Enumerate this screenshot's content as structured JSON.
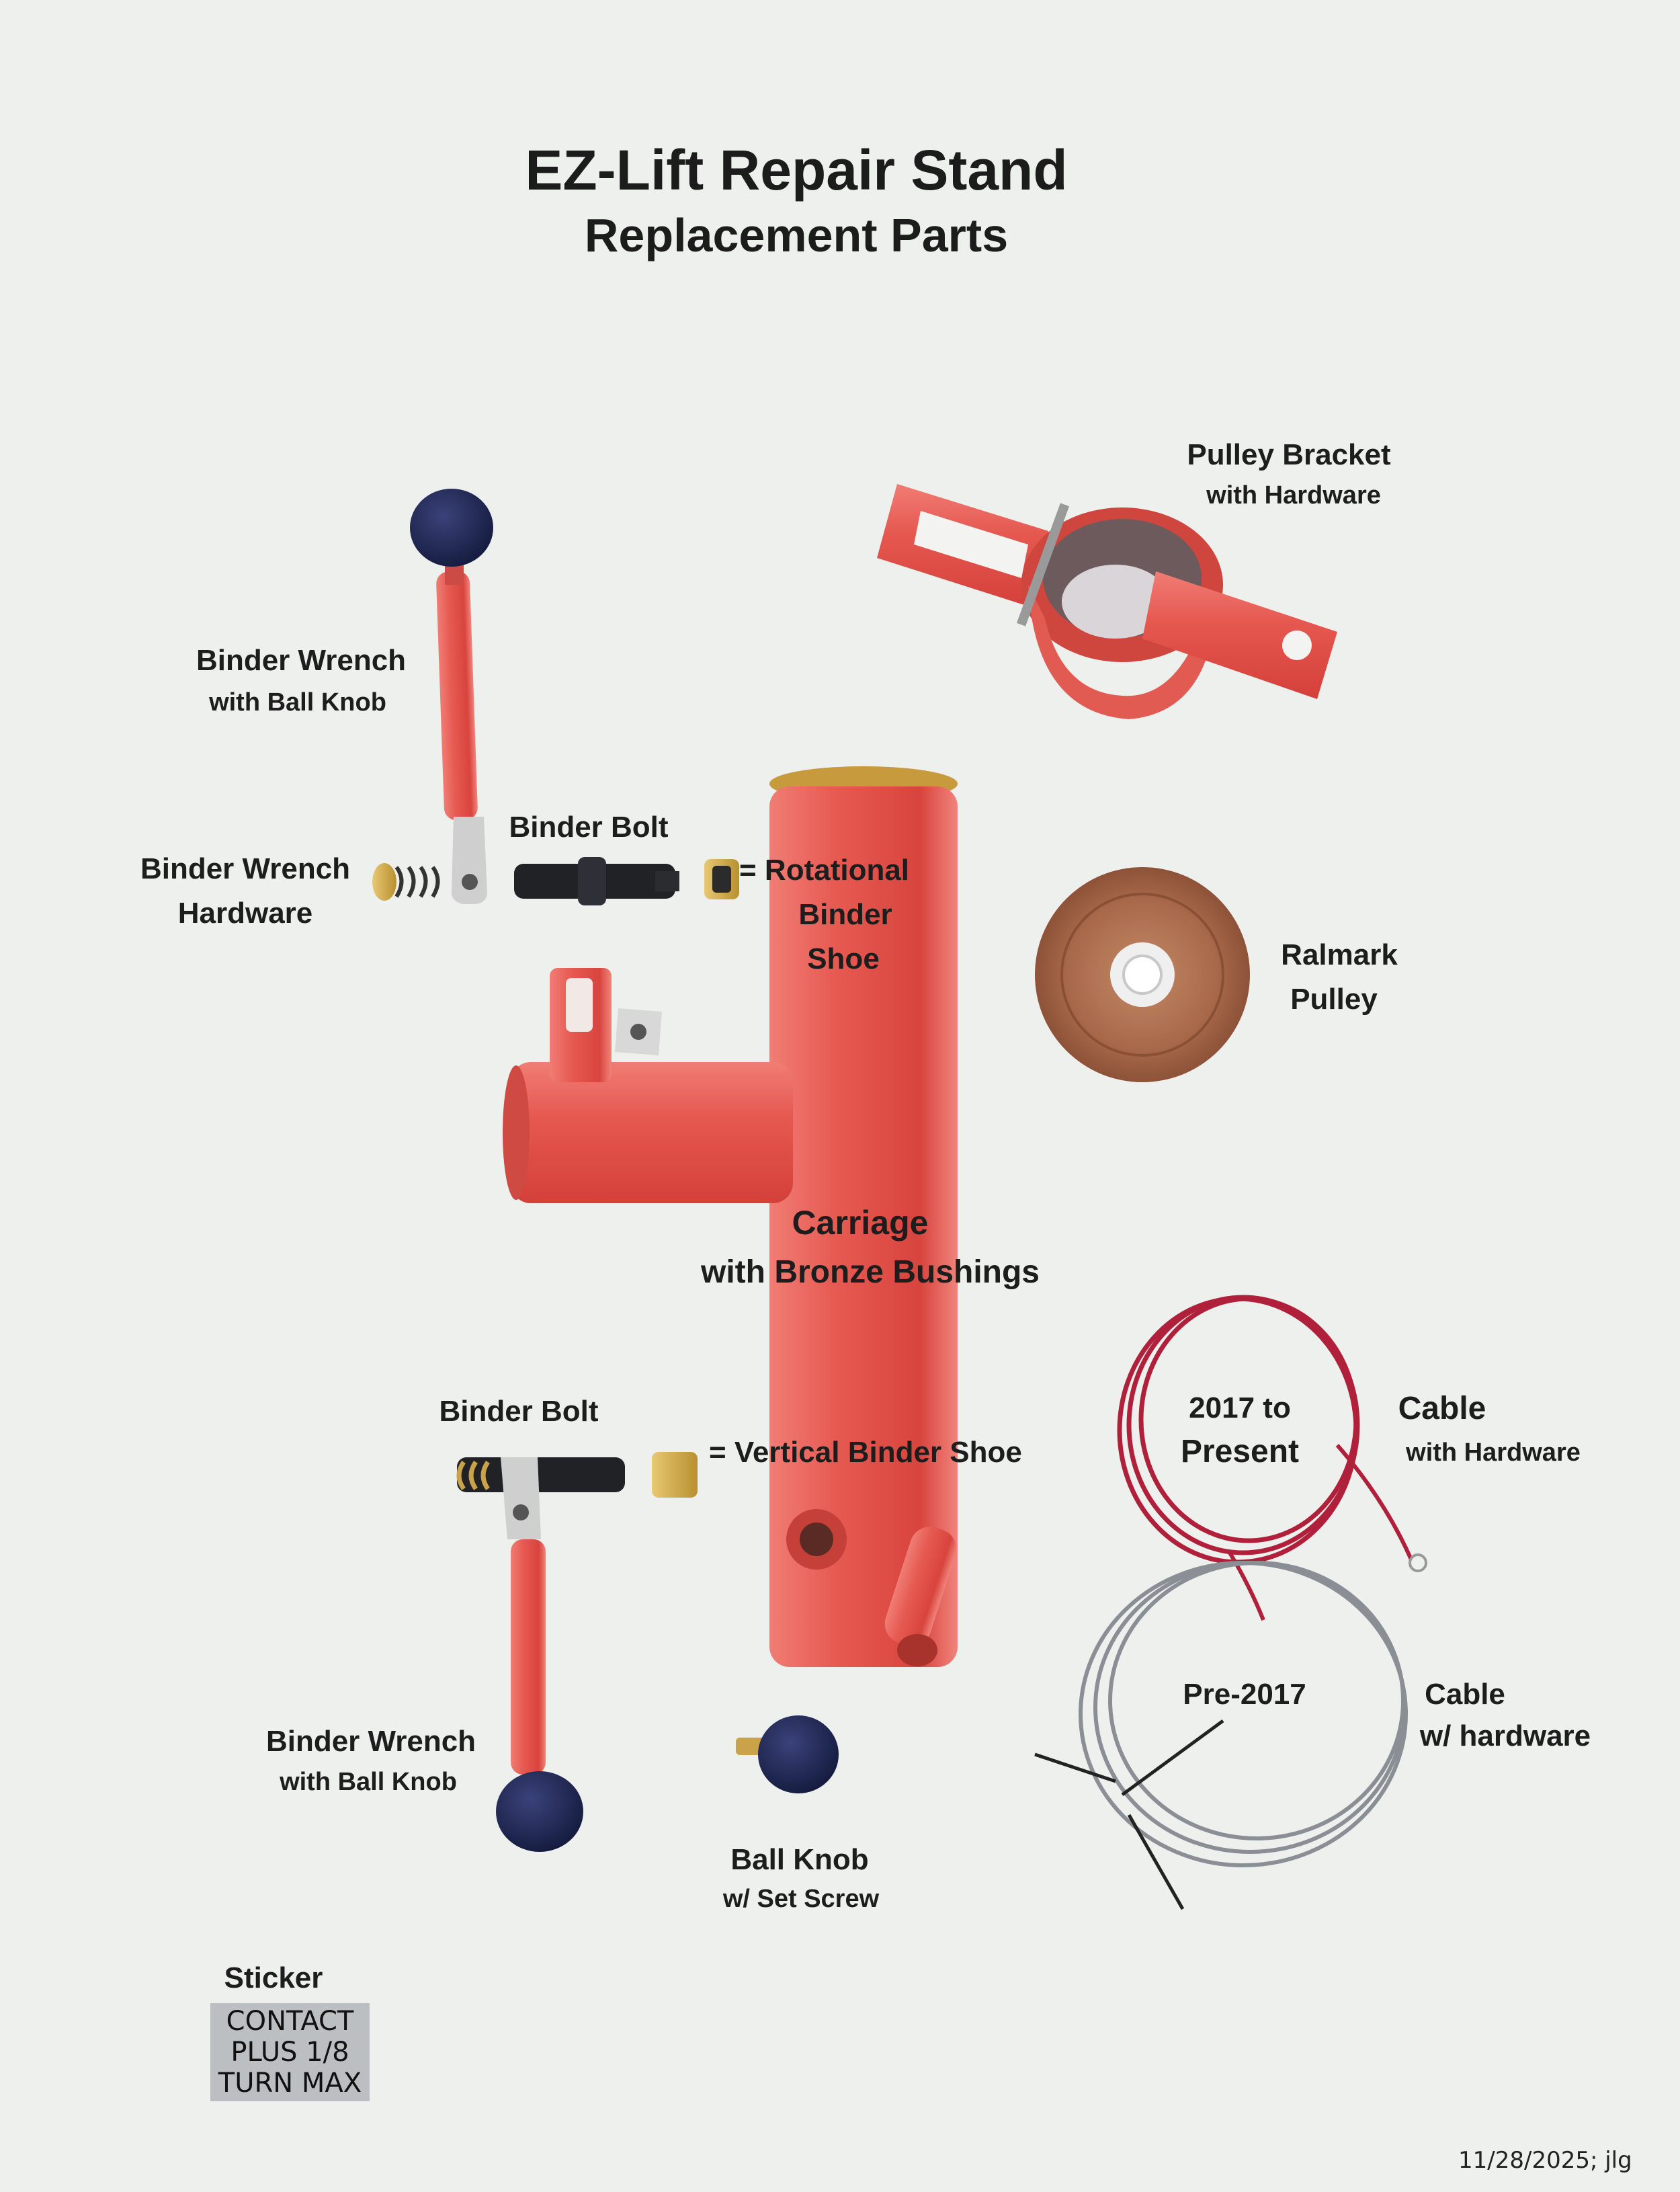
{
  "header": {
    "title": "EZ-Lift Repair Stand",
    "subtitle": "Replacement Parts"
  },
  "parts": {
    "pulley_bracket": {
      "name": "Pulley Bracket",
      "detail": "with Hardware"
    },
    "binder_wrench_top": {
      "name": "Binder Wrench",
      "detail": "with Ball Knob"
    },
    "binder_bolt_top": {
      "name": "Binder Bolt"
    },
    "binder_wrench_hardware": {
      "name": "Binder Wrench",
      "detail": "Hardware"
    },
    "rotational_binder_shoe": {
      "line1": "= Rotational",
      "line2": "Binder",
      "line3": "Shoe"
    },
    "ralmark_pulley": {
      "name": "Ralmark",
      "detail": "Pulley"
    },
    "carriage": {
      "name": "Carriage",
      "detail": "with Bronze Bushings"
    },
    "binder_bolt_bottom": {
      "name": "Binder Bolt"
    },
    "vertical_binder_shoe": {
      "name": "= Vertical Binder Shoe"
    },
    "cable_new": {
      "years_line1": "2017 to",
      "years_line2": "Present",
      "name": "Cable",
      "detail": "with Hardware"
    },
    "cable_old": {
      "years": "Pre-2017",
      "name": "Cable",
      "detail": "w/ hardware"
    },
    "binder_wrench_bottom": {
      "name": "Binder Wrench",
      "detail": "with Ball Knob"
    },
    "ball_knob": {
      "name": "Ball Knob",
      "detail": "w/ Set Screw"
    },
    "sticker": {
      "label": "Sticker",
      "line1": "CONTACT",
      "line2": "PLUS 1/8",
      "line3": "TURN MAX"
    }
  },
  "footer": {
    "date": "11/28/2025; jlg"
  },
  "colors": {
    "paint_red": "#e0504a",
    "knob_navy": "#1c2452",
    "bronze": "#c9a24a",
    "cable_red": "#b0203a",
    "cable_gray": "#8a8f95"
  }
}
